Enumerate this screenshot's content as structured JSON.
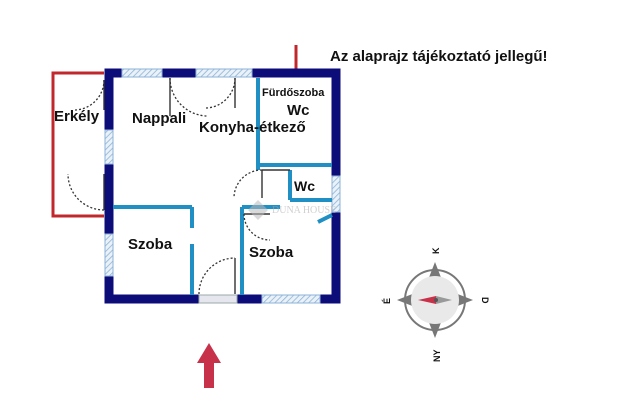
{
  "notice": "Az alaprajz tájékoztató jellegű!",
  "rooms": {
    "balcony": "Erkély",
    "living": "Nappali",
    "kitchen": "Konyha-étkező",
    "bathroom": "Fürdőszoba",
    "wc_upper": "Wc",
    "wc_lower": "Wc",
    "bedroom_left": "Szoba",
    "bedroom_right": "Szoba"
  },
  "watermark": "DUNA HOUSE",
  "compass": {
    "north": "K",
    "east": "D",
    "south": "NY",
    "west": "É"
  },
  "colors": {
    "outer_wall": "#0d0d7a",
    "inner_wall": "#1f8fc4",
    "balcony_outline": "#c0282d",
    "entrance_arrow": "#c8314a",
    "compass_needle": "#c8314a"
  }
}
